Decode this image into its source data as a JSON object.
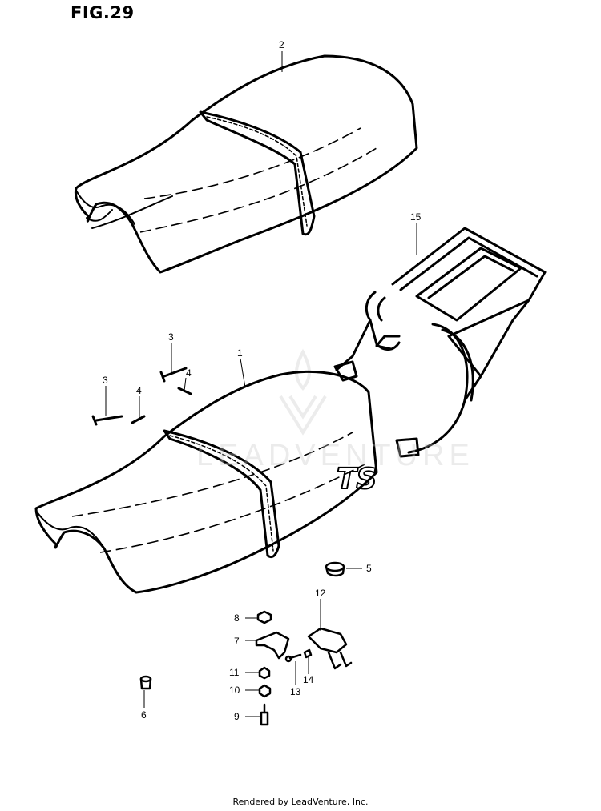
{
  "figure": {
    "title": "FIG.29"
  },
  "watermark": {
    "text": "LEADVENTURE"
  },
  "footer": {
    "text": "Rendered by LeadVenture, Inc."
  },
  "seat_badge": {
    "text": "TS"
  },
  "parts": [
    {
      "ref": "1"
    },
    {
      "ref": "2"
    },
    {
      "ref": "3"
    },
    {
      "ref": "3"
    },
    {
      "ref": "4"
    },
    {
      "ref": "4"
    },
    {
      "ref": "5"
    },
    {
      "ref": "6"
    },
    {
      "ref": "7"
    },
    {
      "ref": "8"
    },
    {
      "ref": "9"
    },
    {
      "ref": "10"
    },
    {
      "ref": "11"
    },
    {
      "ref": "12"
    },
    {
      "ref": "13"
    },
    {
      "ref": "14"
    },
    {
      "ref": "15"
    }
  ]
}
